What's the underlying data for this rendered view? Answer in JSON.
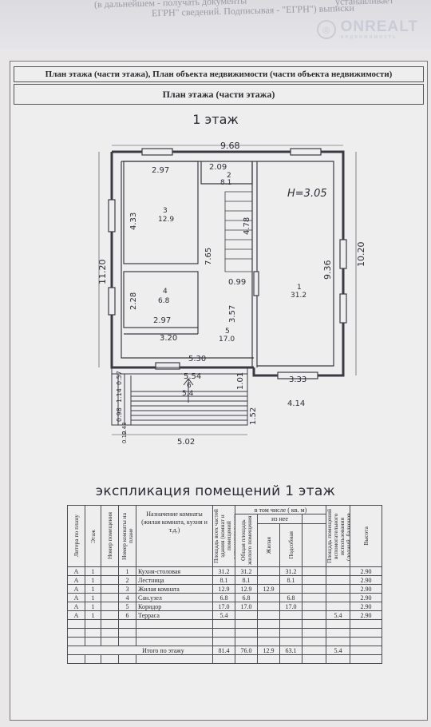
{
  "photo_header": {
    "line1": "(в дальнейшем - получать документы",
    "line2": "ЕГРН\" сведений. Подписывая - \"ЕГРН\") выписки",
    "line3": "устанавливает"
  },
  "watermark": {
    "brand": "ONREALT",
    "sub": "недвижимость"
  },
  "sheet": {
    "header_main": "План этажа (части этажа), План объекта недвижимости (части объекта недвижимости)",
    "header_sub": "План этажа (части этажа)",
    "floor_title": "1 этаж"
  },
  "plan": {
    "height_label": "H=3.05",
    "dims": {
      "top_total": "9.68",
      "left_total": "11.20",
      "right_total": "10.20",
      "r3_width": "2.97",
      "r3_height": "4.33",
      "r2_width": "2.09",
      "stair_len": "4.78",
      "corr_vert": "7.65",
      "r4_height": "2.28",
      "r4_width": "2.97",
      "corr_span": "3.57",
      "r1_height": "9.36",
      "corr_small": "0.99",
      "corr_w1": "3.20",
      "corr_w2": "5.30",
      "r1_bottom": "3.33",
      "r1_outer": "4.14",
      "terr_w1": "5.54",
      "terr_w2": "5.02",
      "terr_h1": "1.01",
      "terr_h2": "1.52",
      "terr_l1": "0.57",
      "terr_l2": "1.14",
      "terr_l3": "0.98",
      "terr_l4": "0.43",
      "terr_l5": "0.12"
    },
    "rooms": [
      {
        "num": "1",
        "area": "31.2"
      },
      {
        "num": "2",
        "area": "8.1"
      },
      {
        "num": "3",
        "area": "12.9"
      },
      {
        "num": "4",
        "area": "6.8"
      },
      {
        "num": "5",
        "area": "17.0"
      },
      {
        "num": "6",
        "area": "5.4"
      }
    ]
  },
  "explication": {
    "title": "экспликация помещений 1 этаж",
    "headers": {
      "litera": "Литера по плану",
      "floor": "Этаж",
      "room_no": "Номер помещения",
      "plan_no": "Номер комнаты на плане",
      "purpose": "Назначение комнаты (жилая комната, кухня и т.д.)",
      "area_all": "Площадь всех частей здания (комнат и помещений вспомогательного использования), кв. м",
      "total_area": "Общая площадь жилого помещения",
      "incl": "в том числе ( кв. м)",
      "of_it": "из нее",
      "living": "Жилая",
      "aux": "Подсобная",
      "aux_use": "Площадь помещений вспомогательного использования (лоджий, балконов, веранд, террас), кв. м",
      "height": "Высота"
    },
    "rows": [
      {
        "lit": "А",
        "floor": "1",
        "no": "1",
        "name": "Кухня-столовая",
        "all": "31.2",
        "total": "31.2",
        "living": "",
        "aux": "31.2",
        "aux_use": "",
        "height": "2.90"
      },
      {
        "lit": "А",
        "floor": "1",
        "no": "2",
        "name": "Лестница",
        "all": "8.1",
        "total": "8.1",
        "living": "",
        "aux": "8.1",
        "aux_use": "",
        "height": "2.90"
      },
      {
        "lit": "А",
        "floor": "1",
        "no": "3",
        "name": "Жилая комната",
        "all": "12.9",
        "total": "12.9",
        "living": "12.9",
        "aux": "",
        "aux_use": "",
        "height": "2.90"
      },
      {
        "lit": "А",
        "floor": "1",
        "no": "4",
        "name": "Сан.узел",
        "all": "6.8",
        "total": "6.8",
        "living": "",
        "aux": "6.8",
        "aux_use": "",
        "height": "2.90"
      },
      {
        "lit": "А",
        "floor": "1",
        "no": "5",
        "name": "Коридор",
        "all": "17.0",
        "total": "17.0",
        "living": "",
        "aux": "17.0",
        "aux_use": "",
        "height": "2.90"
      },
      {
        "lit": "А",
        "floor": "1",
        "no": "6",
        "name": "Терраса",
        "all": "5.4",
        "total": "",
        "living": "",
        "aux": "",
        "aux_use": "5.4",
        "height": "2.90"
      }
    ],
    "total": {
      "label": "Итого по этажу",
      "all": "81.4",
      "total": "76.0",
      "living": "12.9",
      "aux": "63.1",
      "aux_use": "5.4"
    }
  }
}
